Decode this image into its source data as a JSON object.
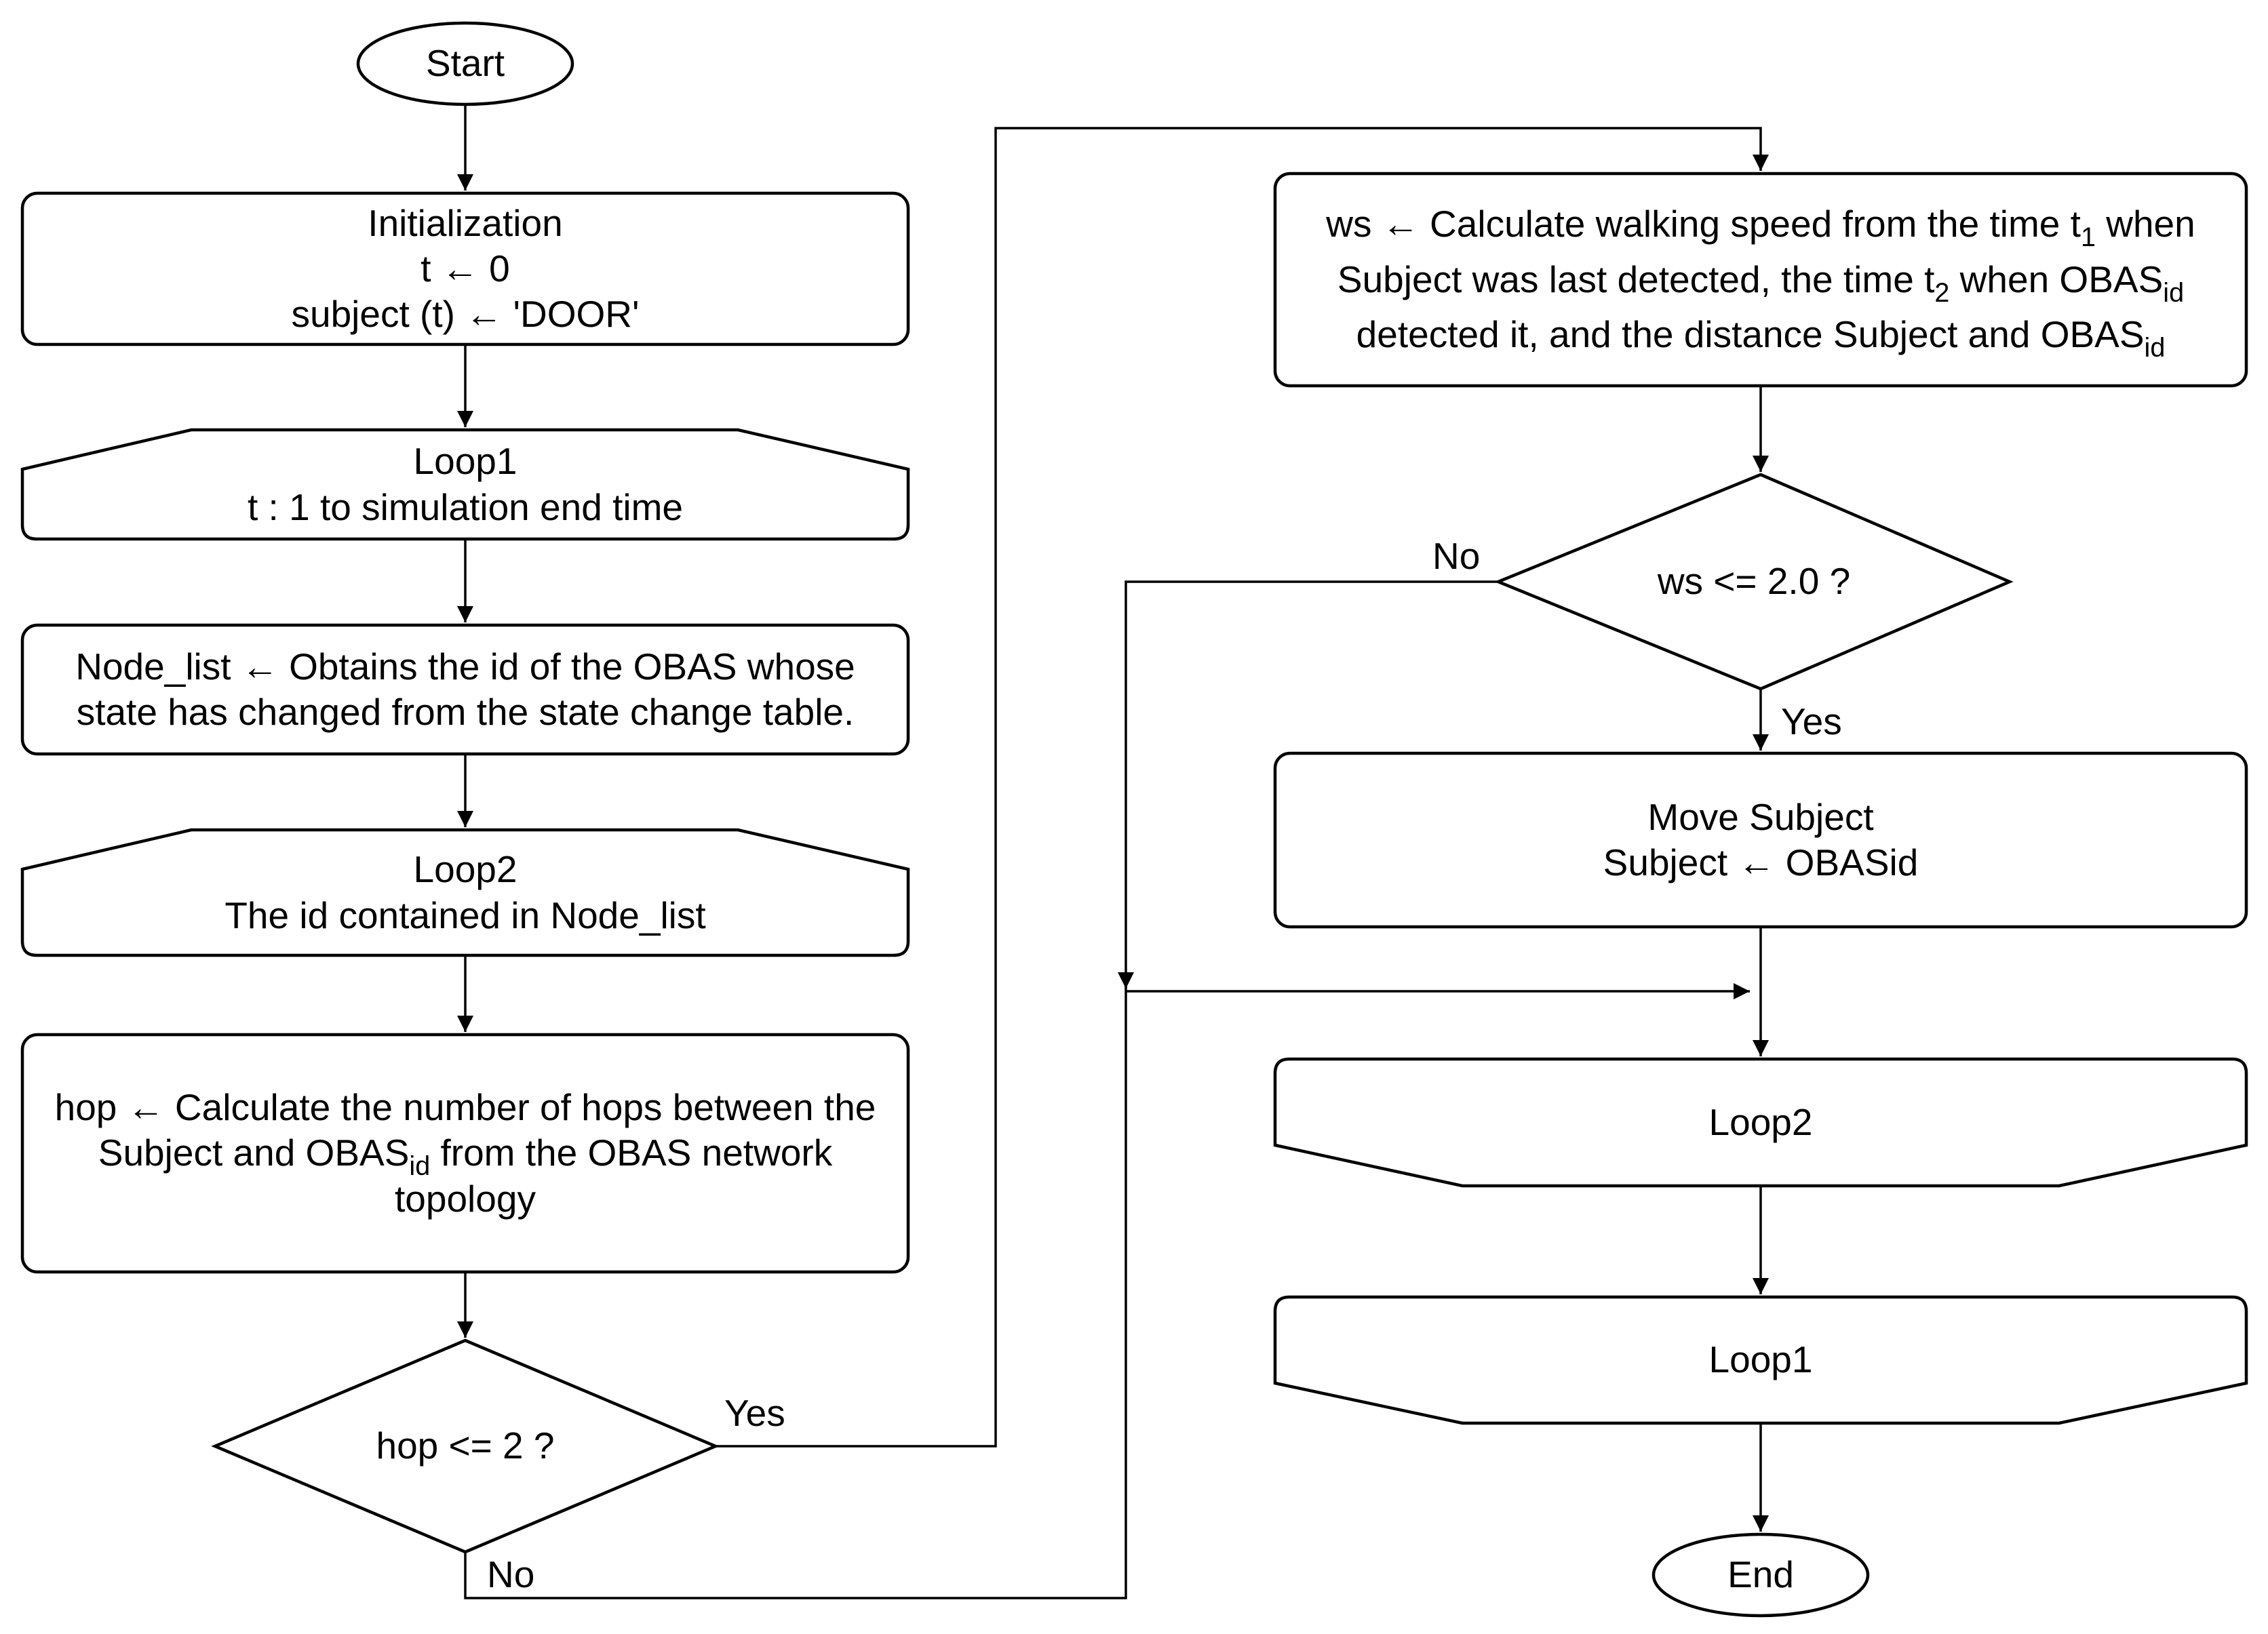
{
  "nodes": {
    "start": "Start",
    "init": [
      "Initialization",
      "t ← 0",
      "subject (t) ← 'DOOR'"
    ],
    "loop1_begin": [
      "Loop1",
      "t : 1 to simulation end time"
    ],
    "node_list": [
      "Node_list ← Obtains the id of the OBAS whose",
      "state has changed from the state change table."
    ],
    "loop2_begin": [
      "Loop2",
      "The id contained in Node_list"
    ],
    "hop_calc": {
      "line1": "hop ← Calculate the number of hops between the",
      "line2_pre": "Subject and OBAS",
      "line2_sub": "id",
      "line2_post": " from the OBAS network",
      "line3": "topology"
    },
    "hop_decision": "hop <= 2 ?",
    "ws_calc": {
      "line1_pre": "ws ← Calculate walking speed from the time t",
      "line1_sub": "1",
      "line1_post": " when",
      "line2_pre": "Subject was last detected, the time t",
      "line2_sub": "2",
      "line2_mid": " when OBAS",
      "line2_sub2": "id",
      "line3_pre": "detected it, and the distance Subject and OBAS",
      "line3_sub": "id"
    },
    "ws_decision": "ws <= 2.0 ?",
    "move": [
      "Move Subject",
      "Subject ← OBASid"
    ],
    "loop2_end": "Loop2",
    "loop1_end": "Loop1",
    "end": "End"
  },
  "edge_labels": {
    "hop_yes": "Yes",
    "hop_no": "No",
    "ws_no": "No",
    "ws_yes": "Yes"
  }
}
